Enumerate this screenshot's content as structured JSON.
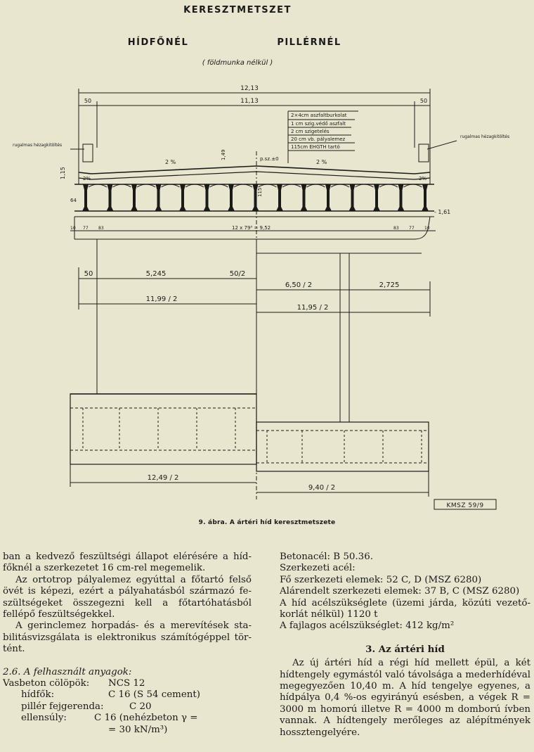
{
  "figure": {
    "title": "KERESZTMETSZET",
    "left_heading": "HÍDFŐNÉL",
    "right_heading": "PILLÉRNÉL",
    "subheading": "( földmunka nélkül )",
    "dims": {
      "total_width": "12,13",
      "inner_width": "11,13",
      "left_50": "50",
      "right_50": "50",
      "d_5245": "5,245",
      "d_502": "50/2",
      "d_50_left": "50",
      "d_11992": "11,99 / 2",
      "d_6502": "6,50 / 2",
      "d_2725": "2,725",
      "d_11952": "11,95 / 2",
      "d_12492": "12,49 / 2",
      "d_9402": "9,40 / 2",
      "d_fsz": "12 x 79³ = 9,52",
      "d_161": "- 1,61",
      "d_115": "1,15",
      "d_64": "64",
      "d_10": "10",
      "d_77": "77",
      "d_83": "83",
      "d_83r": "83",
      "d_77r": "77",
      "d_10r": "10",
      "d_115v": "115",
      "d_149": "1,49",
      "slope_left": "2 %",
      "slope_right": "2 %",
      "psz": "p.sz.±0",
      "d_pct_l": "2%",
      "d_pct_r": "2%"
    },
    "layer_labels": [
      "2×4cm aszfaltburkolat",
      "1 cm szig.védő aszfalt",
      "2 cm szigetelés",
      "20 cm vb. pályalemez",
      "115cm EHGTH tartó"
    ],
    "joint_left": "rugalmas hézagkitöltés",
    "joint_right": "rugalmas hézagkitöltés",
    "stamp": "KMSZ 59/9"
  },
  "caption": "9. ábra. A ártéri híd keresztmetszete",
  "left_column": {
    "p1": "ban a kedvező feszültségi állapot elérésére a híd­főknél a szerkezetet 16 cm-rel megemelik.",
    "p2": "Az ortotrop pályalemez egyúttal a főtartó felső övét is képezi, ezért a pályahatásból származó fe­szültségeket összegezni kell a főtartóhatásból fellépő feszültségekkel.",
    "p3": "A gerinclemez horpadás- és a merevítések sta­bilitásvizsgálata is elektronikus számítógéppel tör­tént.",
    "section": "2.6. A felhasznált anyagok:",
    "materials": [
      {
        "key": "Vasbeton cölöpök:",
        "value": "NCS 12"
      },
      {
        "key": "hídfők:",
        "value": "C 16 (S 54 cement)"
      },
      {
        "key": "pillér fejgerenda:",
        "value": "C 20"
      },
      {
        "key": "ellensúly:",
        "value": "C 16 (nehézbeton γ ="
      },
      {
        "key": "",
        "value": "= 30 kN/m³)"
      }
    ]
  },
  "right_column": {
    "l1": "Betonacél: B 50.36.",
    "l2": "Szerkezeti acél:",
    "l3": "Fő szerkezeti elemek: 52 C, D (MSZ 6280)",
    "l4": "Alárendelt szerkezeti elemek: 37 B, C (MSZ 6280)",
    "l5": "A híd acélszükséglete (üzemi járda, közúti vezető­korlát nélkül) 1120 t",
    "l6": "A fajlagos acélszükséglet: 412 kg/m²",
    "section": "3. Az ártéri híd",
    "p": "Az új ártéri híd a régi híd mellett épül, a két hídtengely egymástól való távolsága a mederhídé­val megegyezően 10,40 m. A híd tengelye egyenes, a hídpálya 0,4 %-os egyirányú esésben, a végek R = 3000 m homorú illetve R = 4000 m domború ívben vannak. A hídtengely merőleges az alépít­mények hossztengelyére."
  }
}
